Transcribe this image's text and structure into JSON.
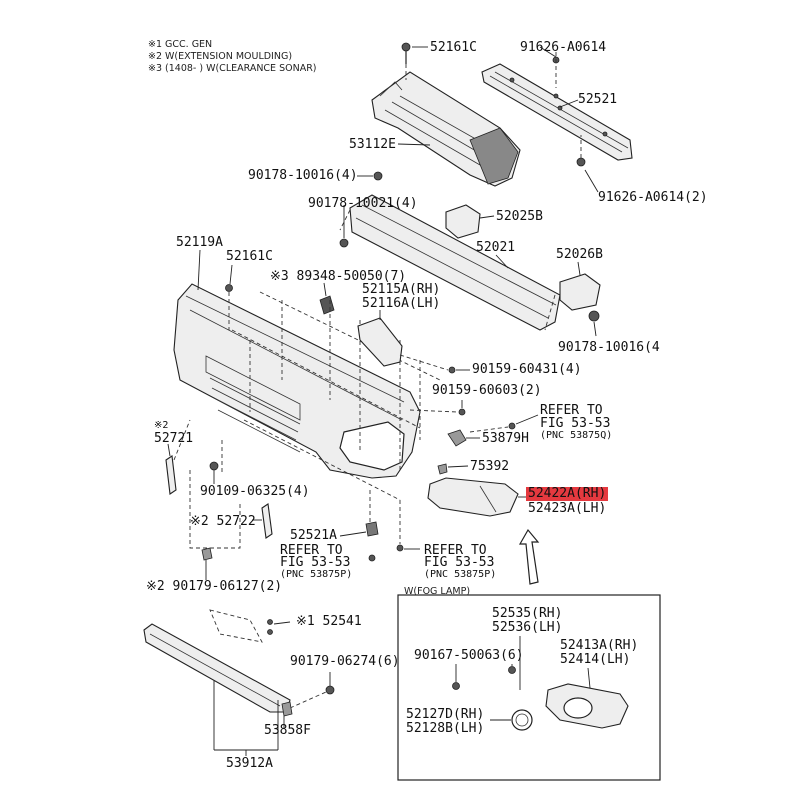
{
  "notes": {
    "n1": "※1 GCC. GEN",
    "n2": "※2 W(EXTENSION MOULDING)",
    "n3": "※3 (1408-          ) W(CLEARANCE SONAR)"
  },
  "labels": {
    "p52161C_top": "52161C",
    "p91626A0614": "91626-A0614",
    "p52521": "52521",
    "p53112E": "53112E",
    "p90178_10016_4a": "90178-10016(4)",
    "p91626A0614_2": "91626-A0614(2)",
    "p90178_10021_4": "90178-10021(4)",
    "p52025B": "52025B",
    "p52119A": "52119A",
    "p52021": "52021",
    "p52161C_mid": "52161C",
    "p52026B": "52026B",
    "p89348": "※3 89348-50050(7)",
    "p52115A": "52115A(RH)",
    "p52116A": "52116A(LH)",
    "p90178_10016_4b": "90178-10016(4",
    "p90159_60431": "90159-60431(4)",
    "p90159_60603": "90159-60603(2)",
    "refer_r1": "REFER TO",
    "refer_r2": "FIG 53-53",
    "refer_r3": "(PNC 53875Q)",
    "p52721": "52721",
    "p52721_mark": "※2",
    "p53879H": "53879H",
    "p75392": "75392",
    "p90109": "90109-06325(4)",
    "p52422A": "52422A(RH)",
    "p52423A": "52423A(LH)",
    "p52722": "※2 52722",
    "p52521A": "52521A",
    "refer_l1": "REFER TO",
    "refer_l2": "FIG 53-53",
    "refer_l3": "(PNC 53875P)",
    "refer_m1": "REFER TO",
    "refer_m2": "FIG 53-53",
    "refer_m3": "(PNC 53875P)",
    "p90179_06127": "※2 90179-06127(2)",
    "fog_title": "W(FOG LAMP)",
    "p52541": "※1 52541",
    "p52535": "52535(RH)",
    "p52536": "52536(LH)",
    "p90179_06274": "90179-06274(6)",
    "p90167": "90167-50063(6)",
    "p52413A": "52413A(RH)",
    "p52414": "52414(LH)",
    "p53858F": "53858F",
    "p52127D": "52127D(RH)",
    "p52128B": "52128B(LH)",
    "p53912A": "53912A"
  },
  "colors": {
    "highlight": "#e5393f",
    "line": "#222222"
  }
}
